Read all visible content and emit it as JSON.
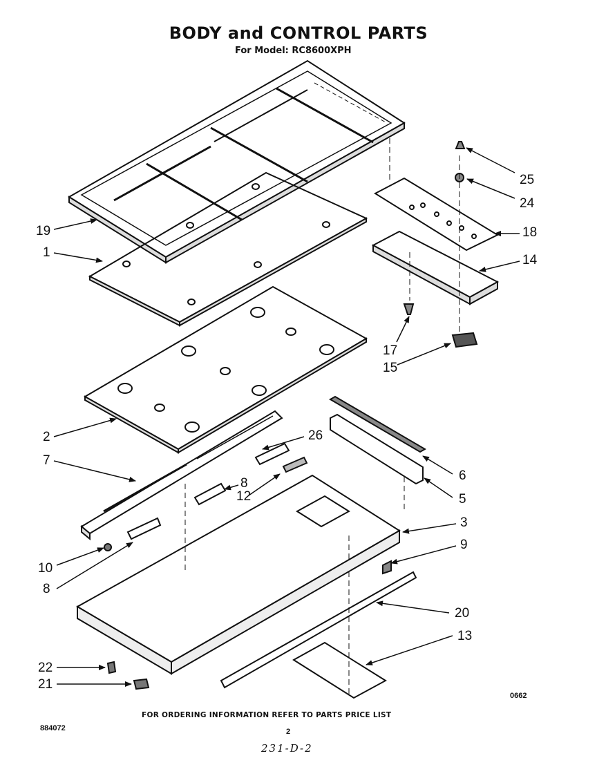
{
  "header": {
    "title": "BODY and CONTROL PARTS",
    "subtitle": "For Model: RC8600XPH"
  },
  "callouts": {
    "c25": "25",
    "c24": "24",
    "c18": "18",
    "c14": "14",
    "c17": "17",
    "c15": "15",
    "c19": "19",
    "c1": "1",
    "c2": "2",
    "c26": "26",
    "c7": "7",
    "c8a": "8",
    "c12": "12",
    "c6": "6",
    "c5": "5",
    "c3": "3",
    "c9": "9",
    "c10": "10",
    "c8b": "8",
    "c20": "20",
    "c13": "13",
    "c22": "22",
    "c21": "21"
  },
  "footer": {
    "ordering_note": "FOR ORDERING INFORMATION REFER TO PARTS PRICE LIST",
    "doc_number": "884072",
    "page_number": "2",
    "drawing_code": "0662",
    "handwritten_note": "231-D-2"
  },
  "colors": {
    "ink": "#111111",
    "paper": "#ffffff"
  }
}
